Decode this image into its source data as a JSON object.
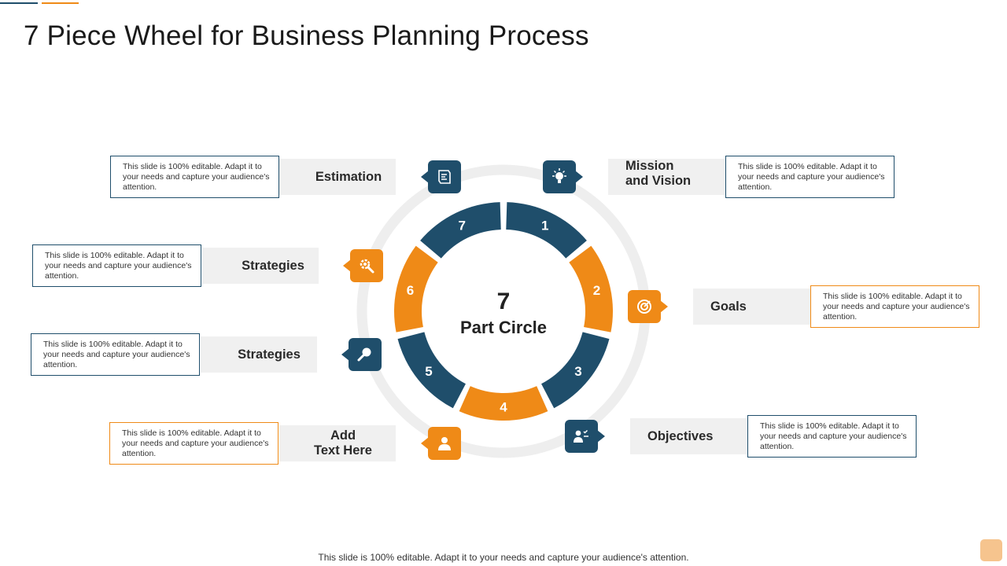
{
  "title": "7 Piece Wheel for Business Planning Process",
  "center": {
    "number": "7",
    "label": "Part Circle"
  },
  "segments": [
    "1",
    "2",
    "3",
    "4",
    "5",
    "6",
    "7"
  ],
  "colors": {
    "teal": "#1f4e6b",
    "orange": "#ef8a17",
    "ring": "#eeeeee",
    "label_bg": "#f0f0f0"
  },
  "items": {
    "estimation": {
      "label": "Estimation",
      "desc": "This slide is 100% editable.  Adapt it to your needs and capture your audience's attention.",
      "icon": "map-icon"
    },
    "strategies_1": {
      "label": "Strategies",
      "desc": "This slide is 100% editable.  Adapt it to your needs and capture your audience's attention.",
      "icon": "gear-icon"
    },
    "strategies_2": {
      "label": "Strategies",
      "desc": "This slide is 100% editable.  Adapt it to your needs and capture your audience's attention.",
      "icon": "magnifier-icon"
    },
    "add_text": {
      "label_line1": "Add",
      "label_line2": "Text Here",
      "desc": "This slide is 100% editable.  Adapt it to your needs and capture your audience's attention.",
      "icon": "person-icon"
    },
    "mission": {
      "label_line1": "Mission",
      "label_line2": "and Vision",
      "desc": "This slide is 100% editable.  Adapt it to your needs and capture your audience's attention.",
      "icon": "lightbulb-icon"
    },
    "goals": {
      "label": "Goals",
      "desc": "This slide is 100% editable.  Adapt it to your needs and capture your audience's attention.",
      "icon": "target-icon"
    },
    "objectives": {
      "label": "Objectives",
      "desc": "This slide is 100% editable.  Adapt it to your needs and capture your audience's attention.",
      "icon": "checklist-icon"
    }
  },
  "footer": "This slide is 100% editable. Adapt it to your needs and capture your audience's attention."
}
